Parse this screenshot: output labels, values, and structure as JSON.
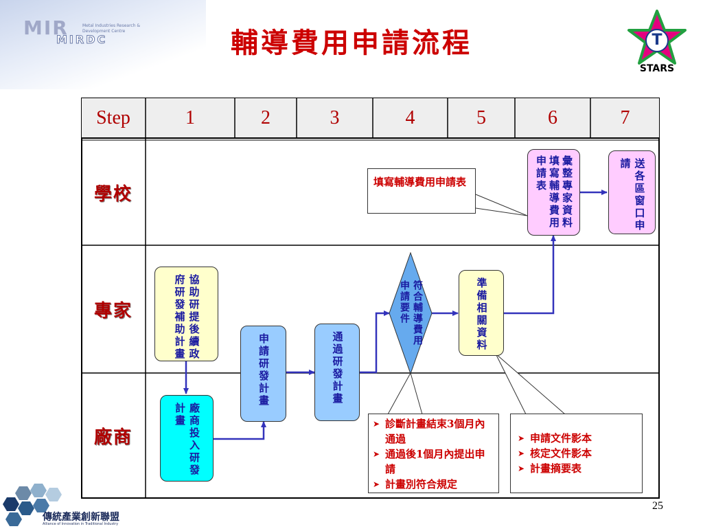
{
  "header": {
    "title": "輔導費用申請流程",
    "left_logo_main": "MIR",
    "left_logo_sub": "MIRDC",
    "left_logo_small_1": "Metal Industries Research &",
    "left_logo_small_2": "Development Centre",
    "right_logo_letter": "T",
    "right_logo_text": "STARS"
  },
  "table": {
    "step_label": "Step",
    "steps": [
      "1",
      "2",
      "3",
      "4",
      "5",
      "6",
      "7"
    ],
    "rows": [
      "學校",
      "專家",
      "廠商"
    ]
  },
  "nodes": {
    "expert_assist": "協助研提後續政府研發補助計畫",
    "company_invest": "廠商投入研發計畫",
    "apply_plan": "申請研發計畫",
    "pass_plan": "通過研發計畫",
    "decision": "符合輔導費用申請要件",
    "prepare": "準備相關資料",
    "school_fill": "彙整專家資料填寫輔導費用申請表",
    "send": "送各區窗口申請"
  },
  "callouts": {
    "school_note": "填寫輔導費用申請表",
    "condition_items": [
      "診斷計畫結束3個月內通過",
      "通過後1個月內提出申請",
      "計畫別符合規定"
    ],
    "docs_items": [
      "申請文件影本",
      "核定文件影本",
      "計畫摘要表"
    ]
  },
  "footer": {
    "page_number": "25",
    "alliance_name": "傳統產業創新聯盟",
    "alliance_en": "Alliance of Innovation in Traditional Industry"
  },
  "colors": {
    "title": "#cc0000",
    "node_text": "#1a1aa0",
    "arrow": "#3333bb",
    "yellow_box": "#ffffcc",
    "blue_box": "#99ccff",
    "cyan_box": "#00ffff",
    "pink_box": "#ffccff",
    "diamond": "#66aaee"
  }
}
